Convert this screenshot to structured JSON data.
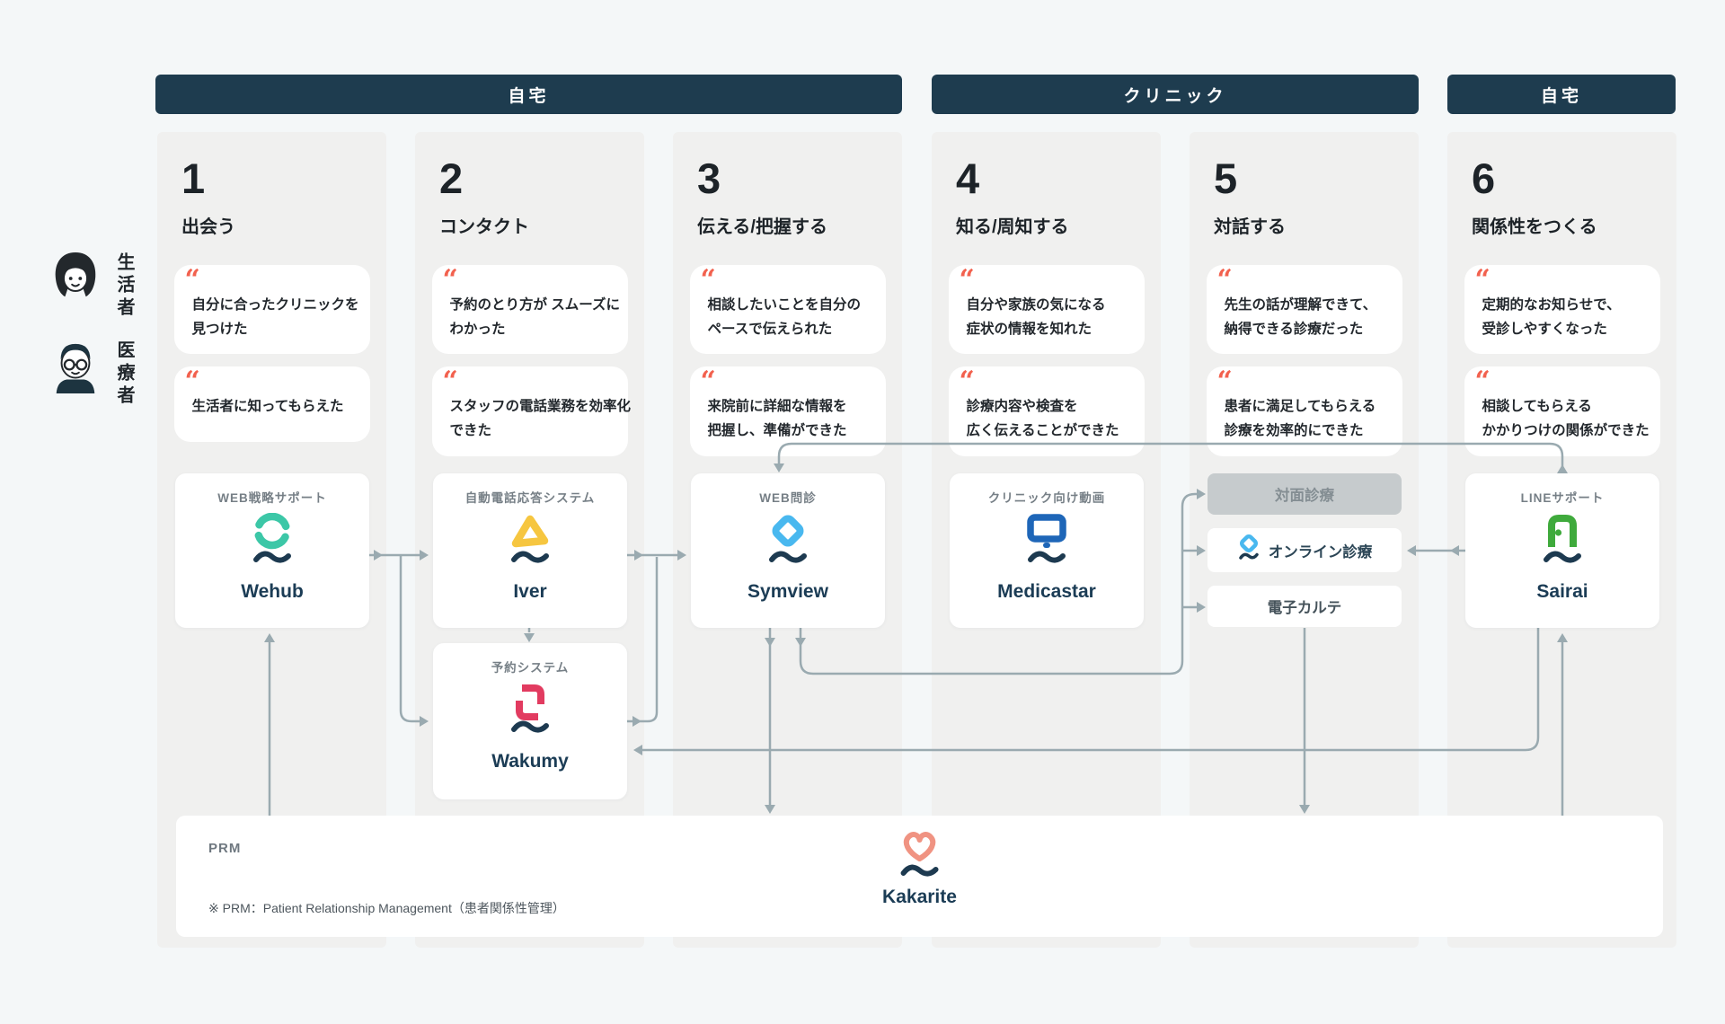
{
  "ui": {
    "quote_glyph": "“"
  },
  "location_bars": [
    {
      "label": "自宅"
    },
    {
      "label": "クリニック"
    },
    {
      "label": "自宅"
    }
  ],
  "actors": [
    {
      "label": "生活者"
    },
    {
      "label": "医療者"
    }
  ],
  "stages": [
    {
      "number": "1",
      "title": "出会う",
      "quotes": [
        {
          "lines": [
            "自分に合ったクリニックを",
            "見つけた"
          ]
        },
        {
          "lines": [
            "生活者に知ってもらえた"
          ]
        }
      ]
    },
    {
      "number": "2",
      "title": "コンタクト",
      "quotes": [
        {
          "lines": [
            "予約のとり方が スムーズに",
            "わかった"
          ]
        },
        {
          "lines": [
            "スタッフの電話業務を効率化",
            "できた"
          ]
        }
      ]
    },
    {
      "number": "3",
      "title": "伝える/把握する",
      "quotes": [
        {
          "lines": [
            "相談したいことを自分の",
            "ペースで伝えられた"
          ]
        },
        {
          "lines": [
            "来院前に詳細な情報を",
            "把握し、準備ができた"
          ]
        }
      ]
    },
    {
      "number": "4",
      "title": "知る/周知する",
      "quotes": [
        {
          "lines": [
            "自分や家族の気になる",
            "症状の情報を知れた"
          ]
        },
        {
          "lines": [
            "診療内容や検査を",
            "広く伝えることができた"
          ]
        }
      ]
    },
    {
      "number": "5",
      "title": "対話する",
      "quotes": [
        {
          "lines": [
            "先生の話が理解できて、",
            "納得できる診療だった"
          ]
        },
        {
          "lines": [
            "患者に満足してもらえる",
            "診療を効率的にできた"
          ]
        }
      ]
    },
    {
      "number": "6",
      "title": "関係性をつくる",
      "quotes": [
        {
          "lines": [
            "定期的なお知らせで、",
            "受診しやすくなった"
          ]
        },
        {
          "lines": [
            "相談してもらえる",
            "かかりつけの関係ができた"
          ]
        }
      ]
    }
  ],
  "products": {
    "wehub": {
      "category": "WEB戦略サポート",
      "name": "Wehub"
    },
    "iver": {
      "category": "自動電話応答システム",
      "name": "Iver"
    },
    "wakumy": {
      "category": "予約システム",
      "name": "Wakumy"
    },
    "symview": {
      "category": "WEB問診",
      "name": "Symview"
    },
    "medicastar": {
      "category": "クリニック向け動画",
      "name": "Medicastar"
    },
    "sairai": {
      "category": "LINEサポート",
      "name": "Sairai"
    }
  },
  "consult_options": [
    {
      "label": "対面診療"
    },
    {
      "label": "オンライン診療"
    },
    {
      "label": "電子カルテ"
    }
  ],
  "prm": {
    "label": "PRM",
    "note": "※ PRM：Patient Relationship Management（患者関係性管理）",
    "product": "Kakarite"
  },
  "colors": {
    "header_navy": "#1e3c4f",
    "quote_red": "#f2614e",
    "wehub_teal": "#3cc7a7",
    "iver_yellow": "#f6c640",
    "symview_sky": "#49b8ef",
    "medicastar_blue": "#1e66b8",
    "sairai_green": "#3faa3c",
    "wakumy_crimson": "#e23b60",
    "kakarite_coral": "#f09382",
    "brand_wave_navy": "#1d3a50",
    "arrow_gray": "#9aaab0",
    "panel_gray": "#f0f0ef",
    "disabled_box_gray": "#c6cbcd"
  }
}
